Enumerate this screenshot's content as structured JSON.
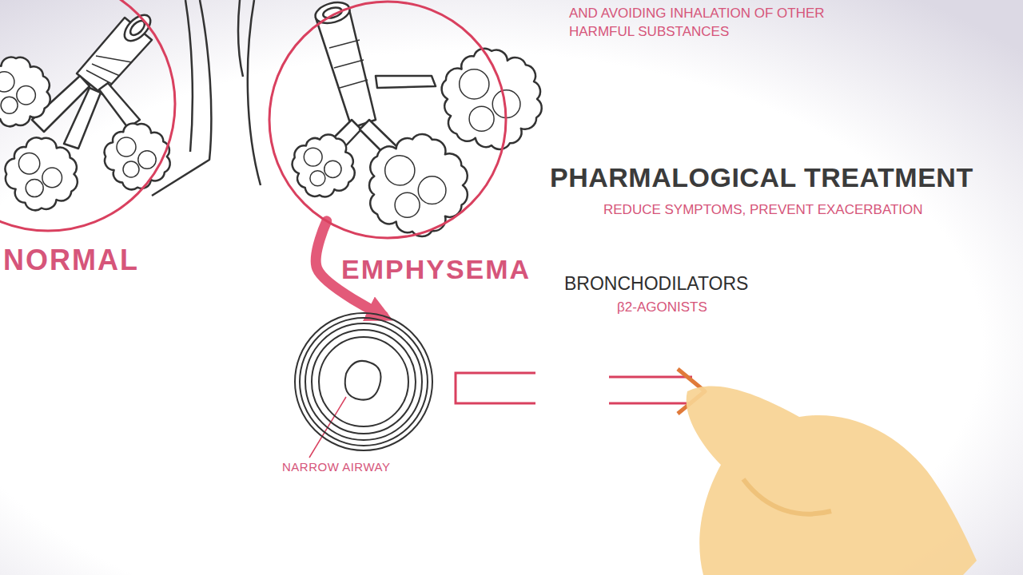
{
  "diagram": {
    "title": "PHARMALOGICAL TREATMENT",
    "nodes": [
      {
        "text": [
          "NORMAL"
        ]
      },
      {
        "text": [
          "EMPHYSEMA"
        ]
      },
      {
        "text": [
          "NARROW AIRWAY"
        ]
      }
    ],
    "edges": [
      {
        "from": 1,
        "to": 2,
        "arrow": "to"
      }
    ],
    "labels": [
      "AND AVOIDING INHALATION OF OTHER HARMFUL SUBSTANCES",
      "REDUCE SYMPTOMS, PREVENT EXACERBATION",
      "BRONCHODILATORS",
      "β2-AGONISTS"
    ]
  }
}
